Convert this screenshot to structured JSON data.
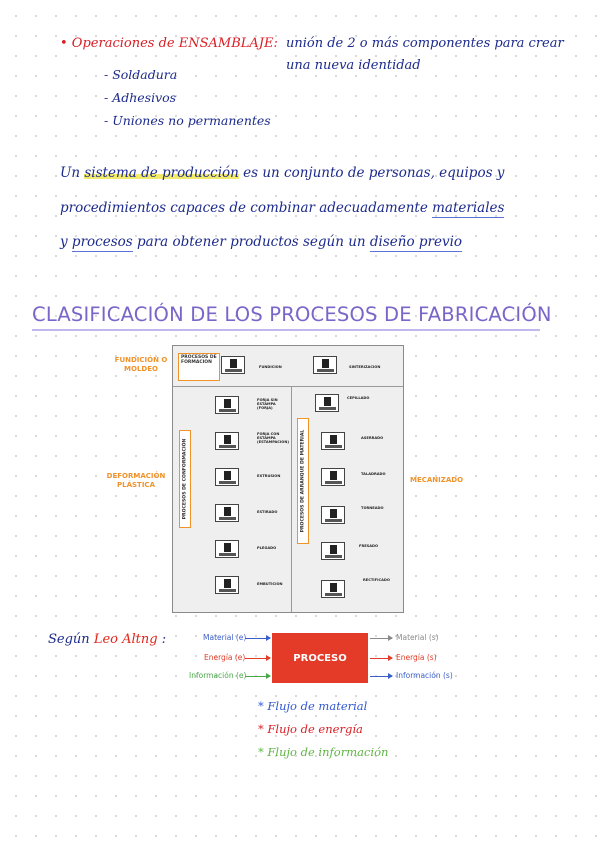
{
  "notes": {
    "bullet": "• Operaciones de ENSAMBLAJE:",
    "desc_line1": "unión de 2 o más componentes para crear",
    "desc_line2": "una nueva identidad",
    "items": [
      "- Soldadura",
      "- Adhesivos",
      "- Uniones no permanentes"
    ]
  },
  "definition": {
    "l1_a": "Un ",
    "l1_hl": "sistema de producción",
    "l1_b": " es un conjunto de personas, equipos y",
    "l2_a": "procedimientos capaces de combinar adecuadamente ",
    "l2_ul": "materiales",
    "l3_a": "y ",
    "l3_ul1": "procesos",
    "l3_b": " para obtener productos según un ",
    "l3_ul2": "diseño previo"
  },
  "heading": "CLASIFICACIÓN DE LOS PROCESOS DE FABRICACIÓN",
  "figure": {
    "outer_labels": {
      "fundicion": "FUNDICIÓN O MOLDEO",
      "deformacion": "DEFORMACIÓN PLÁSTICA",
      "mecanizado": "MECANIZADO"
    },
    "box_formacion": "PROCESOS DE FORMACION",
    "vert_conformacion": "PROCESOS DE CONFORMACIÓN",
    "vert_arranque": "PROCESOS DE ARRANQUE DE MATERIAL",
    "row1": [
      "FUNDICION",
      "SINTERIZACION"
    ],
    "left_items": [
      "FORJA SIN ESTAMPA (FORJA)",
      "FORJA CON ESTAMPA (ESTAMPACION)",
      "EXTRUSION",
      "ESTIRADO",
      "PLEGADO",
      "EMBUTICION"
    ],
    "right_items": [
      "CEPILLADO",
      "ASERRADO",
      "TALADRADO",
      "TORNEADO",
      "FRESADO",
      "RECTIFICADO"
    ]
  },
  "altng": {
    "segun": "Según ",
    "name": "Leo Altng",
    "colon": " :",
    "inputs": [
      "Material (e)",
      "Energía (e)",
      "Información (e)"
    ],
    "outputs": [
      "Material (s)",
      "Energía (s)",
      "Información (s)"
    ],
    "process": "PROCESO",
    "colors": {
      "material": "#3b5fc9",
      "energy": "#e33b27",
      "info": "#4aa84a",
      "process": "#e33b27"
    }
  },
  "legend": [
    {
      "text": "* Flujo de material",
      "color": "#2f57d2"
    },
    {
      "text": "* Flujo de energía",
      "color": "#d81e24"
    },
    {
      "text": "* Flujo de información",
      "color": "#5fb544"
    }
  ]
}
